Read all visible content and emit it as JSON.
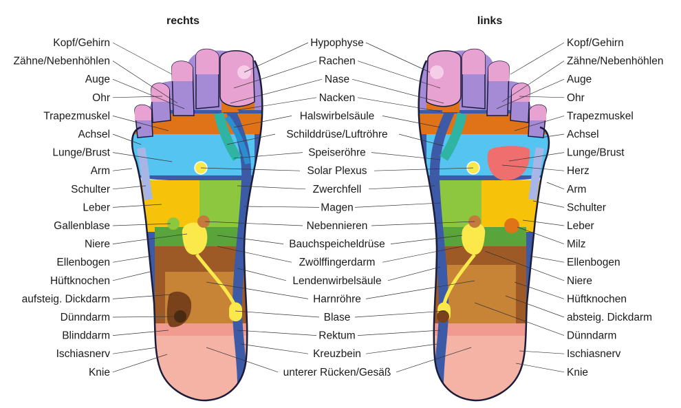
{
  "headers": {
    "right_foot": "rechts",
    "left_foot": "links"
  },
  "left_labels": [
    "Kopf/Gehirn",
    "Zähne/Nebenhöhlen",
    "Auge",
    "Ohr",
    "Trapezmuskel",
    "Achsel",
    "Lunge/Brust",
    "Arm",
    "Schulter",
    "Leber",
    "Gallenblase",
    "Niere",
    "Ellenbogen",
    "Hüftknochen",
    "aufsteig. Dickdarm",
    "Dünndarm",
    "Blinddarm",
    "Ischiasnerv",
    "Knie"
  ],
  "center_labels": [
    "Hypophyse",
    "Rachen",
    "Nase",
    "Nacken",
    "Halswirbelsäule",
    "Schilddrüse/Luftröhre",
    "Speiseröhre",
    "Solar Plexus",
    "Zwerchfell",
    "Magen",
    "Nebennieren",
    "Bauchspeicheldrüse",
    "Zwölffingerdarm",
    "Lendenwirbelsäule",
    "Harnröhre",
    "Blase",
    "Rektum",
    "Kreuzbein",
    "unterer Rücken/Gesäß"
  ],
  "right_labels": [
    "Kopf/Gehirn",
    "Zähne/Nebenhöhlen",
    "Auge",
    "Ohr",
    "Trapezmuskel",
    "Achsel",
    "Lunge/Brust",
    "Herz",
    "Arm",
    "Schulter",
    "Leber",
    "Milz",
    "Ellenbogen",
    "Niere",
    "Hüftknochen",
    "absteig. Dickdarm",
    "Dünndarm",
    "Ischiasnerv",
    "Knie"
  ],
  "colors": {
    "outline": "#1b1b3a",
    "spine": "#3d5aa6",
    "head": "#e8a2d2",
    "teeth": "#a58ad6",
    "orange": "#e07318",
    "lung": "#55c4f0",
    "diaphragm": "#c9e9f4",
    "liver": "#f6c20a",
    "stomach": "#8dc63f",
    "green2": "#5aa43c",
    "kidney": "#fbe84a",
    "brown1": "#9d5a26",
    "brown2": "#7a421a",
    "intestine": "#c78437",
    "rose": "#f19a8f",
    "heel": "#f4b3a5",
    "arm": "#a7b6e6",
    "heart": "#ef6e6e",
    "teal": "#2fb3a3"
  }
}
